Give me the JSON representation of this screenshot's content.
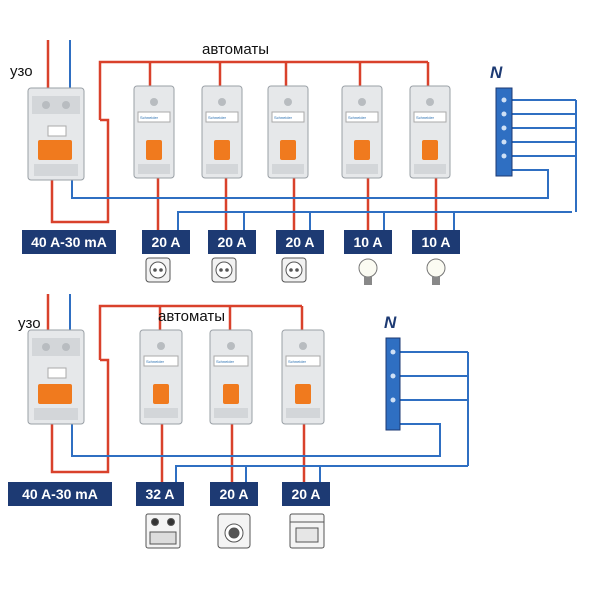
{
  "colors": {
    "phase_wire": "#d9412b",
    "neutral_wire": "#2f6fc2",
    "label_box": "#1d3a73",
    "breaker_handle": "#f07a1e",
    "breaker_body": "#e6e8ea"
  },
  "panel_top": {
    "rcd_label": "узо",
    "breakers_label": "автоматы",
    "neutral_bus_label": "N",
    "rcd_rating": "40 A-30 mA",
    "breakers": [
      {
        "rating": "20 A",
        "load_icon": "socket-icon"
      },
      {
        "rating": "20 A",
        "load_icon": "socket-icon"
      },
      {
        "rating": "20 A",
        "load_icon": "socket-icon"
      },
      {
        "rating": "10 A",
        "load_icon": "light-bulb-icon"
      },
      {
        "rating": "10 A",
        "load_icon": "light-bulb-icon"
      }
    ]
  },
  "panel_bottom": {
    "rcd_label": "узо",
    "breakers_label": "автоматы",
    "neutral_bus_label": "N",
    "rcd_rating": "40 A-30 mA",
    "breakers": [
      {
        "rating": "32 A",
        "load_icon": "electric-stove-icon"
      },
      {
        "rating": "20 A",
        "load_icon": "washing-machine-icon"
      },
      {
        "rating": "20 A",
        "load_icon": "dishwasher-icon"
      }
    ]
  }
}
